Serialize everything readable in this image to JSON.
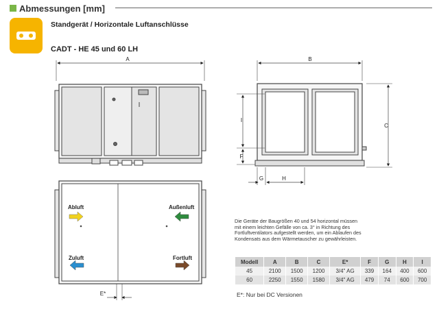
{
  "header": {
    "title": "Abmessungen [mm]",
    "accent": "#7ab648"
  },
  "badge": {
    "icon": "duct-connection-icon",
    "color": "#f6b400"
  },
  "subtitle": "Standgerät / Horizontale Luftanschlüsse",
  "model_title": "CADT - HE 45 und 60 LH",
  "dimensions": {
    "a": "A",
    "b": "B",
    "c": "C",
    "e": "E*",
    "f": "F",
    "g": "G",
    "h": "H",
    "i": "I"
  },
  "airflows": {
    "abluft": {
      "label": "Abluft",
      "color": "#f1d21f"
    },
    "aussenluft": {
      "label": "Außenluft",
      "color": "#2e8b3e"
    },
    "zuluft": {
      "label": "Zuluft",
      "color": "#2a8fd0"
    },
    "fortluft": {
      "label": "Fortluft",
      "color": "#7a4a2a"
    }
  },
  "note": "Die Geräte der Baugrößen 40 und 54 horizontal müssen mit einem leichten Gefälle von ca. 3° in Richtung des Fortluftventilators aufgestellt werden, um ein Ablaufen des Kondensats aus dem Wärmetauscher zu gewährleisten.",
  "table": {
    "headers": [
      "Modell",
      "A",
      "B",
      "C",
      "E*",
      "F",
      "G",
      "H",
      "I"
    ],
    "rows": [
      [
        "45",
        "2100",
        "1500",
        "1200",
        "3/4\" AG",
        "339",
        "164",
        "400",
        "600"
      ],
      [
        "60",
        "2250",
        "1550",
        "1580",
        "3/4\" AG",
        "479",
        "74",
        "600",
        "700"
      ]
    ]
  },
  "footnote": "E*: Nur bei DC Versionen"
}
